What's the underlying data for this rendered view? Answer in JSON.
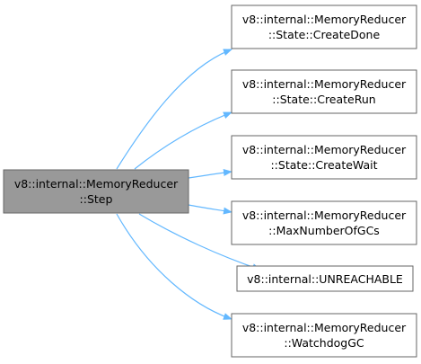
{
  "diagram": {
    "colors": {
      "source_fill": "#999999",
      "source_stroke": "#666666",
      "target_fill": "#ffffff",
      "target_stroke": "#666666",
      "edge": "#63b8ff"
    },
    "source": {
      "line1": "v8::internal::MemoryReducer",
      "line2": "::Step"
    },
    "targets": [
      {
        "line1": "v8::internal::MemoryReducer",
        "line2": "::State::CreateDone"
      },
      {
        "line1": "v8::internal::MemoryReducer",
        "line2": "::State::CreateRun"
      },
      {
        "line1": "v8::internal::MemoryReducer",
        "line2": "::State::CreateWait"
      },
      {
        "line1": "v8::internal::MemoryReducer",
        "line2": "::MaxNumberOfGCs"
      },
      {
        "line1": "v8::internal::UNREACHABLE"
      },
      {
        "line1": "v8::internal::MemoryReducer",
        "line2": "::WatchdogGC"
      }
    ]
  }
}
